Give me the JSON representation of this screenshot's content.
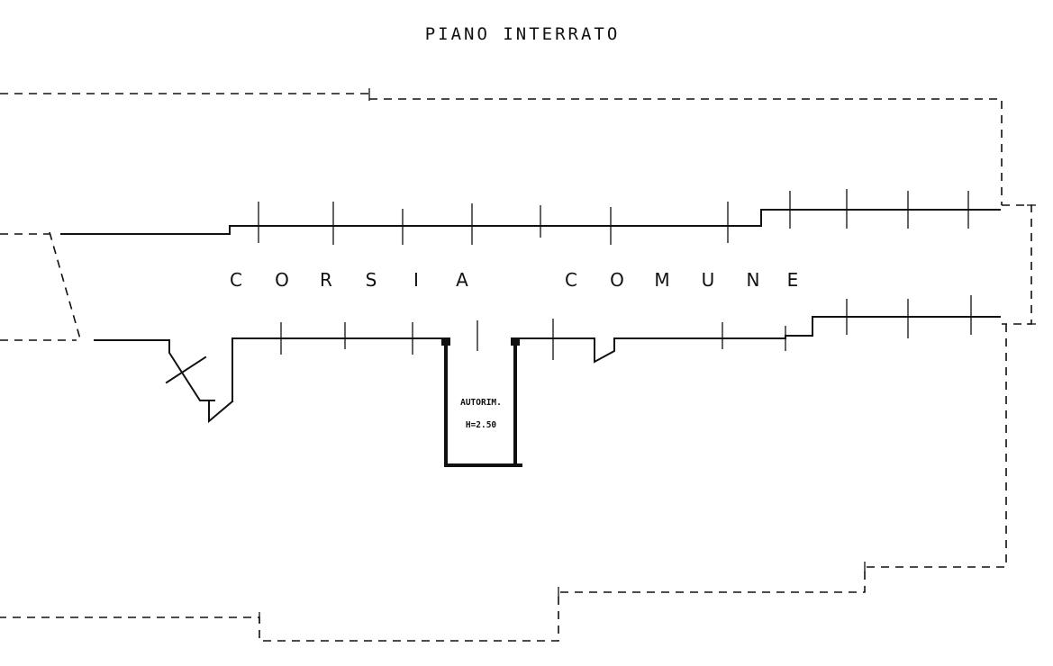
{
  "title": "PIANO INTERRATO",
  "corridor": {
    "letters_left": [
      "C",
      "O",
      "R",
      "S",
      "I",
      "A"
    ],
    "letters_right": [
      "C",
      "O",
      "M",
      "U",
      "N",
      "E"
    ]
  },
  "garage": {
    "line1": "AUTORIM.",
    "line2": "H=2.50"
  }
}
